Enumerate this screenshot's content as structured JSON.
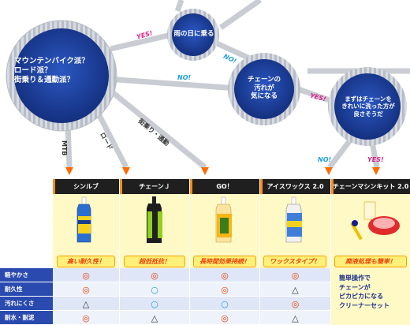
{
  "flow": {
    "start_text": "マウンテンバイク派？\nロード派？\n街乗り＆通勤派？",
    "rain_text": "雨の日に乗る",
    "dirt_text": "チェーンの\n汚れが\n気になる",
    "wash_text": "まずはチェーンを\nきれいに洗った方が\n良さそうだ",
    "yes_labels": [
      "YES!",
      "YES!",
      "YES!"
    ],
    "no_labels": [
      "NO!",
      "NO!",
      "NO!"
    ],
    "branch_labels": [
      "MTB",
      "ロード",
      "街乗り・通勤"
    ]
  },
  "products": [
    {
      "name": "シンルブ",
      "tagline": "高い耐久性！"
    },
    {
      "name": "チェーンＪ",
      "tagline": "超低抵抗！"
    },
    {
      "name": "GO！",
      "tagline": "長時間効果持続！"
    },
    {
      "name": "アイスワックス 2.0",
      "tagline": "ワックスタイプ！"
    },
    {
      "name": "チェーンマシンキット 2.0",
      "tagline": "廃液処理も簡単！"
    }
  ],
  "rows": [
    {
      "label": "軽やかさ",
      "marks": [
        "◎",
        "◎",
        "◎",
        "◎"
      ]
    },
    {
      "label": "耐久性",
      "marks": [
        "◎",
        "○",
        "◎",
        "△"
      ]
    },
    {
      "label": "汚れにくさ",
      "marks": [
        "△",
        "○",
        "○",
        "◎"
      ]
    },
    {
      "label": "耐水・耐泥",
      "marks": [
        "◎",
        "△",
        "◎",
        "△"
      ]
    }
  ],
  "note_text": "簡単操作で\nチェーンが\nピカピカになる\nクリーナーセット",
  "colors": {
    "gear_blue": "#1c3fa3",
    "yes_color": "#e0218a",
    "no_color": "#1f9fd6",
    "arrow_orange": "#ff6a00",
    "circle_double": "#e8440a",
    "circle_single": "#1f9fd6",
    "triangle": "#333333"
  }
}
